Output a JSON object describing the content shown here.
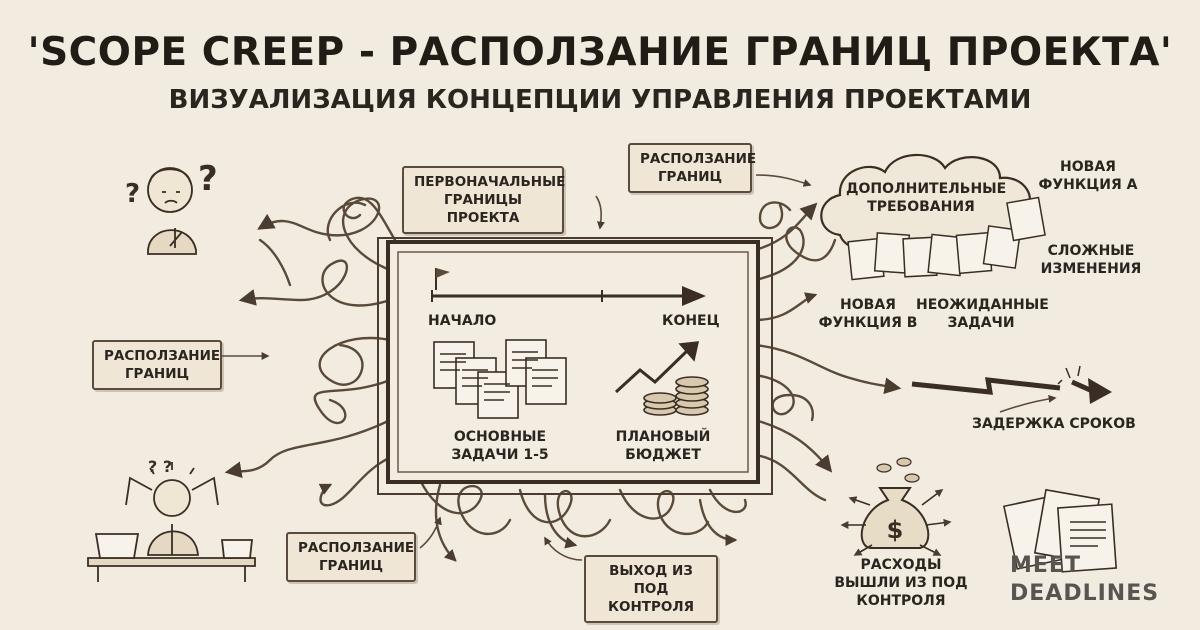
{
  "header": {
    "title": "'SCOPE CREEP - РАСПОЛЗАНИЕ ГРАНИЦ ПРОЕКТА'",
    "subtitle": "ВИЗУАЛИЗАЦИЯ КОНЦЕПЦИИ УПРАВЛЕНИЯ ПРОЕКТАМИ"
  },
  "notes": {
    "initial_bounds": "ПЕРВОНАЧАЛЬНЫЕ ГРАНИЦЫ ПРОЕКТА",
    "creep_top": "РАСПОЛЗАНИЕ ГРАНИЦ",
    "creep_left": "РАСПОЛЗАНИЕ ГРАНИЦ",
    "creep_bottom": "РАСПОЛЗАНИЕ ГРАНИЦ",
    "out_of_control": "ВЫХОД ИЗ ПОД КОНТРОЛЯ"
  },
  "board": {
    "start": "НАЧАЛО",
    "end": "КОНЕЦ",
    "tasks": "ОСНОВНЫЕ ЗАДАЧИ 1-5",
    "budget": "ПЛАНОВЫЙ БЮДЖЕТ"
  },
  "cloud": {
    "label": "ДОПОЛНИТЕЛЬНЫЕ ТРЕБОВАНИЯ",
    "feature_a": "НОВАЯ ФУНКЦИЯ А",
    "complex_changes": "СЛОЖНЫЕ ИЗМЕНЕНИЯ",
    "feature_b": "НОВАЯ ФУНКЦИЯ В",
    "unexpected": "НЕОЖИДАННЫЕ ЗАДАЧИ"
  },
  "outcomes": {
    "delay": "ЗАДЕРЖКА СРОКОВ",
    "costs": "РАСХОДЫ ВЫШЛИ ИЗ ПОД КОНТРОЛЯ"
  },
  "brand": {
    "line1": "MEET",
    "line2": "DEADLINES"
  }
}
